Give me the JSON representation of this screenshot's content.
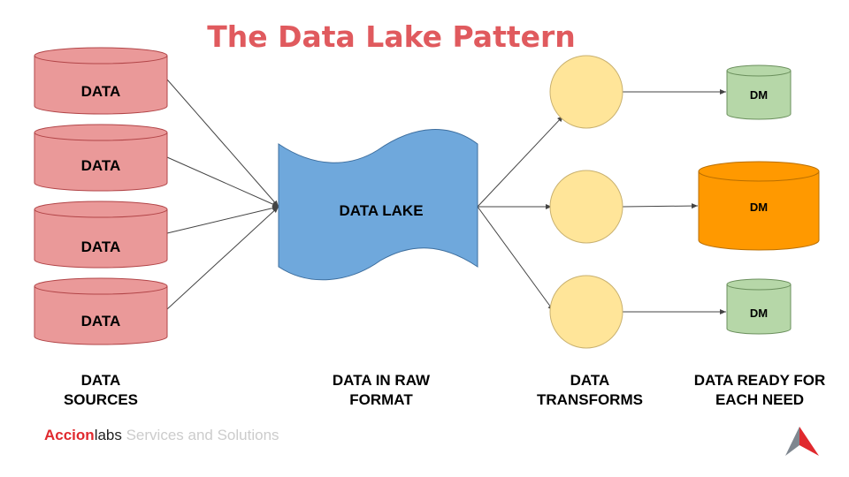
{
  "title": "The Data Lake Pattern",
  "sources": [
    "DATA",
    "DATA",
    "DATA",
    "DATA"
  ],
  "lake_label": "DATA LAKE",
  "marts": [
    "DM",
    "DM",
    "DM"
  ],
  "captions": {
    "sources": [
      "DATA",
      "SOURCES"
    ],
    "raw": [
      "DATA IN RAW",
      "FORMAT"
    ],
    "transforms": [
      "DATA",
      "TRANSFORMS"
    ],
    "ready": [
      "DATA READY FOR",
      "EACH NEED"
    ]
  },
  "footer": {
    "brand_bold": "Accion",
    "brand_light": "labs",
    "tagline": " Services and Solutions"
  },
  "colors": {
    "source_fill": "#ea9999",
    "source_stroke": "#b24548",
    "lake_fill": "#6fa8dc",
    "transform_fill": "#ffe599",
    "mart_small_fill": "#b6d7a8",
    "mart_large_fill": "#ff9900",
    "title": "#e05a5e"
  },
  "icons": {
    "logo": "accionlabs-logo-icon"
  }
}
